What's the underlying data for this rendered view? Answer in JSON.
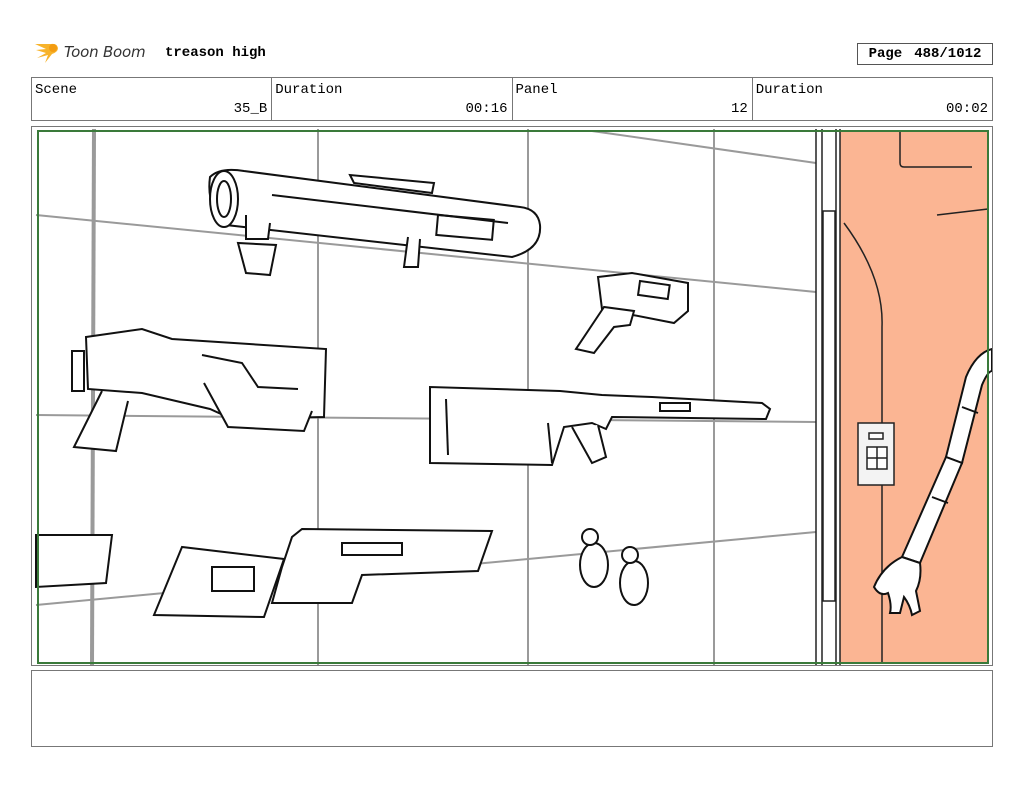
{
  "header": {
    "logo_text": "Toon Boom",
    "project_title": "treason high",
    "page_label": "Page",
    "page_value": "488/1012"
  },
  "info": {
    "scene_label": "Scene",
    "scene_value": "35_B",
    "duration_label": "Duration",
    "duration_value": "00:16",
    "panel_label": "Panel",
    "panel_value": "12",
    "panel_duration_label": "Duration",
    "panel_duration_value": "00:02"
  },
  "panel_drawing": {
    "icon": "storyboard-sketch-weapons-wall",
    "door_color": "#fbb593",
    "frame_color": "#3a7a3a"
  },
  "notes": {
    "text": ""
  }
}
